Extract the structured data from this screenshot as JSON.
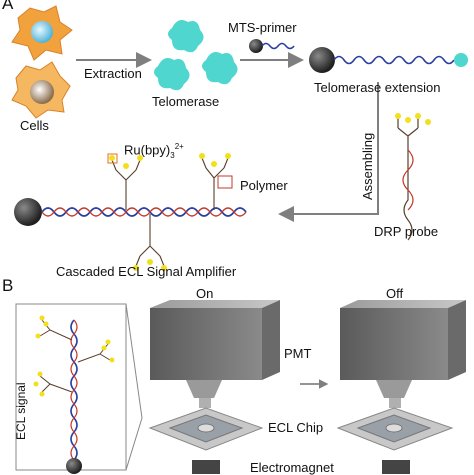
{
  "panel_a": {
    "letter": "A",
    "cells_label": "Cells",
    "extraction_label": "Extraction",
    "telomerase_label": "Telomerase",
    "primer_label": "MTS-primer",
    "extension_label": "Telomerase extension",
    "assembling_label": "Assembling",
    "probe_label": "DRP probe",
    "ru_label": "Ru(bpy)",
    "ru_sub": "3",
    "ru_sup": "2+",
    "polymer_label": "Polymer",
    "amplifier_label": "Cascaded ECL Signal Amplifier"
  },
  "panel_b": {
    "letter": "B",
    "on_label": "On",
    "off_label": "Off",
    "pmt_label": "PMT",
    "chip_label": "ECL Chip",
    "signal_label": "ECL signal",
    "magnet_label": "Electromagnet"
  },
  "colors": {
    "cell_orange": "#f2a23c",
    "cell_blue": "#4fb3d9",
    "telomerase": "#4fd6cf",
    "dna_blue": "#2b3f9e",
    "dna_red": "#c0392b",
    "bead": "#3a3a3a",
    "ru_yellow": "#f3e01c",
    "arrow": "#7f7f7f"
  }
}
